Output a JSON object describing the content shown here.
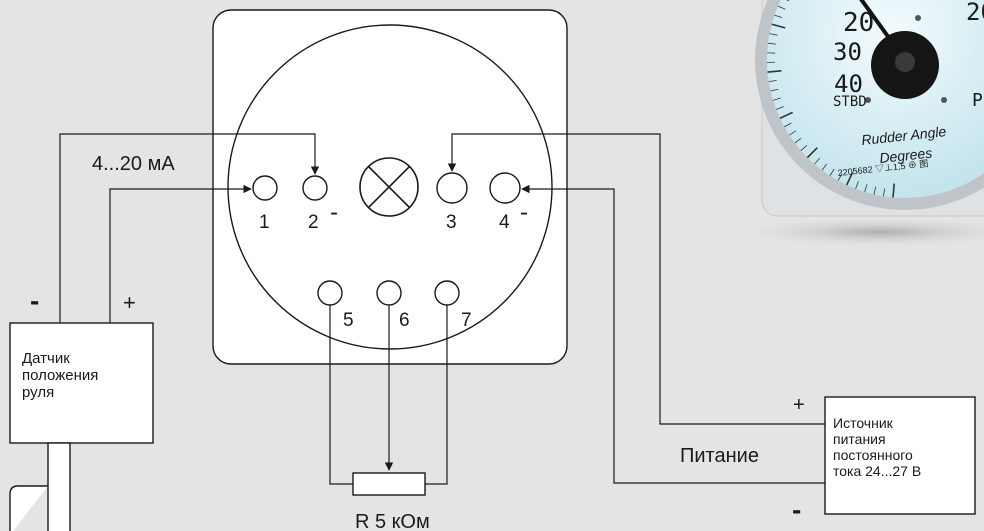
{
  "diagram": {
    "current_label": "4...20 мА",
    "sensor_label": "Датчик\nположения\nруля",
    "power_source_label": "Источник\nпитания\nпостоянного\nтока 24...27 В",
    "power_label": "Питание",
    "resistor_label": "R 5 кОм",
    "terminals": [
      "1",
      "2",
      "3",
      "4",
      "5",
      "6",
      "7"
    ],
    "sensor_minus": "-",
    "sensor_plus": "+",
    "terminal2_minus": "-",
    "terminal4_minus": "-",
    "source_plus": "+",
    "source_minus": "-"
  },
  "gauge": {
    "scale_labels": [
      "20",
      "30",
      "40",
      "STBD",
      "20",
      "P"
    ],
    "title_line1": "Rudder Angle",
    "title_line2": "Degrees",
    "serial": "2205682 ▽⊥1,5 ⊕ 图"
  },
  "colors": {
    "background": "#e4e4e4",
    "line": "#1a1a1a",
    "box_fill": "#ffffff",
    "gauge_face": "#d6eef4",
    "gauge_bezel": "#b9bec2"
  }
}
